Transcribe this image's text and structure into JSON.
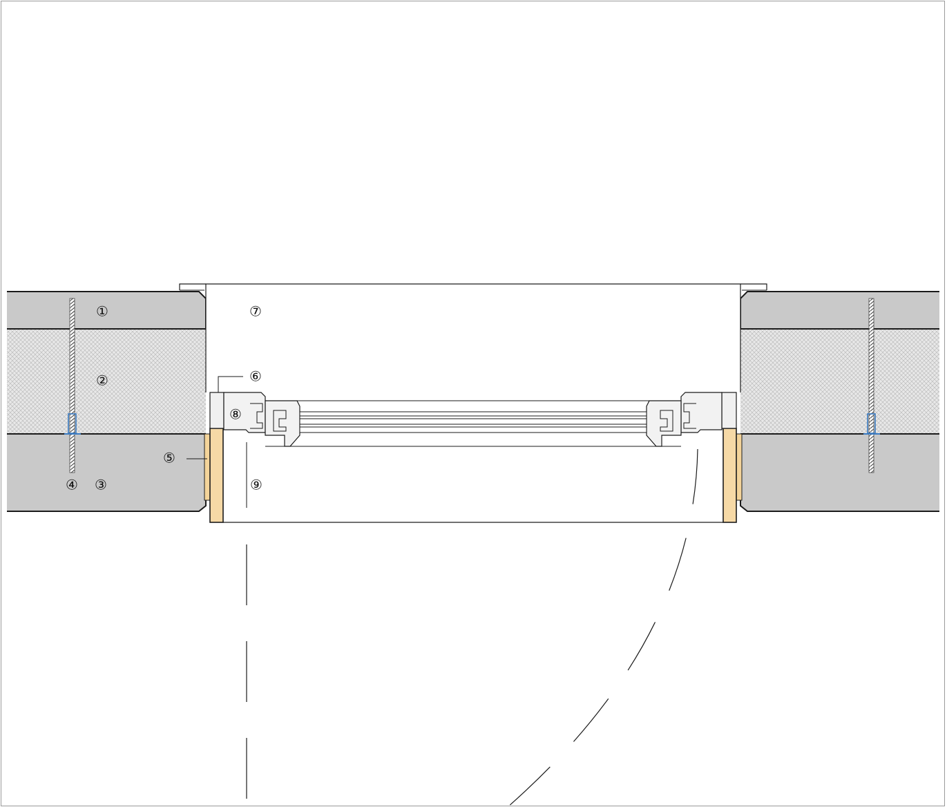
{
  "labels": {
    "l1": "①",
    "l2": "②",
    "l3": "③",
    "l4": "④",
    "l5": "⑤",
    "l6": "⑥",
    "l7": "⑦",
    "l8": "⑧",
    "l9": "⑨"
  },
  "colors": {
    "concrete": "#c8c8c8",
    "insulation": "#e2e2e2",
    "timber": "#f6d9a6",
    "frame": "#f2f2f2",
    "line": "#1a1a1a",
    "anchor": "#3a7ac0"
  }
}
